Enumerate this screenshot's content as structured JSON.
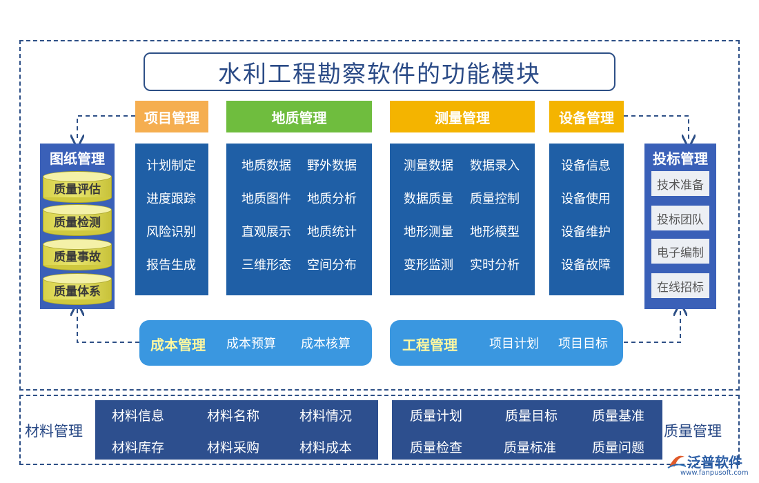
{
  "title": "水利工程勘察软件的功能模块",
  "modules": {
    "project": {
      "header": "项目管理",
      "color": "#f5ae50",
      "items": [
        "计划制定",
        "进度跟踪",
        "风险识别",
        "报告生成"
      ]
    },
    "geology": {
      "header": "地质管理",
      "color": "#6fbd3e",
      "items": [
        "地质数据",
        "野外数据",
        "地质图件",
        "地质分析",
        "直观展示",
        "地质统计",
        "三维形态",
        "空间分布"
      ]
    },
    "survey": {
      "header": "测量管理",
      "color": "#f4b400",
      "items": [
        "测量数据",
        "数据录入",
        "数据质量",
        "质量控制",
        "地形测量",
        "地形模型",
        "变形监测",
        "实时分析"
      ]
    },
    "equipment": {
      "header": "设备管理",
      "color": "#f4b400",
      "items": [
        "设备信息",
        "设备使用",
        "设备维护",
        "设备故障"
      ]
    }
  },
  "drawings": {
    "title": "图纸管理",
    "items": [
      "质量评估",
      "质量检测",
      "质量事故",
      "质量体系"
    ]
  },
  "bidding": {
    "title": "投标管理",
    "items": [
      "技术准备",
      "投标团队",
      "电子编制",
      "在线招标"
    ]
  },
  "cost": {
    "title": "成本管理",
    "items": [
      "成本预算",
      "成本核算"
    ]
  },
  "engineering": {
    "title": "工程管理",
    "items": [
      "项目计划",
      "项目目标"
    ]
  },
  "materials": {
    "label": "材料管理",
    "items": [
      "材料信息",
      "材料名称",
      "材料情况",
      "材料库存",
      "材料采购",
      "材料成本"
    ]
  },
  "quality": {
    "label": "质量管理",
    "items": [
      "质量计划",
      "质量目标",
      "质量基准",
      "质量检查",
      "质量标准",
      "质量问题"
    ]
  },
  "logo": {
    "text": "泛普软件",
    "url": "www.fanpusoft.com"
  }
}
